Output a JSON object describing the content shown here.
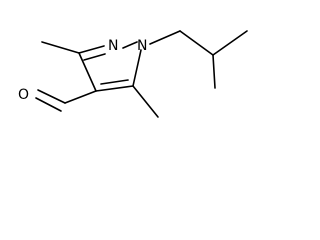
{
  "molecule": {
    "atoms": {
      "n2": "N",
      "n1": "N",
      "o": "O"
    }
  },
  "colors": {
    "background": "#ffffff",
    "bond": "#000000"
  }
}
